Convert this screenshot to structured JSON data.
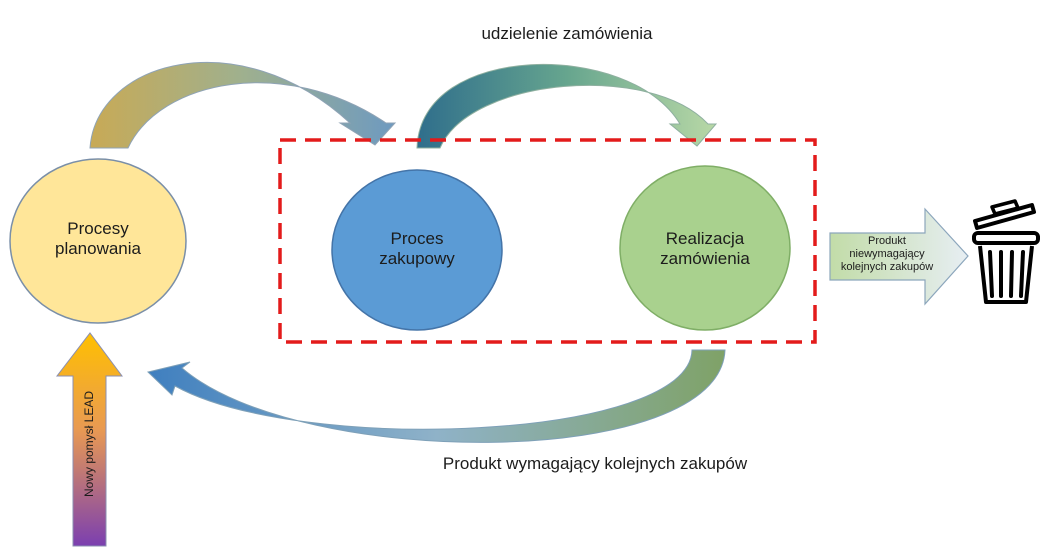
{
  "nodes": {
    "planning": {
      "line1": "Procesy",
      "line2": "planowania"
    },
    "purchasing": {
      "line1": "Proces",
      "line2": "zakupowy"
    },
    "fulfillment": {
      "line1": "Realizacja",
      "line2": "zamówienia"
    }
  },
  "edges": {
    "order_award": "udzielenie zamówienia",
    "repeat_product": "Produkt wymagający kolejnych zakupów",
    "no_repeat_product": {
      "line1": "Produkt",
      "line2": "niewymagający",
      "line3": "kolejnych zakupów"
    },
    "lead_input": "Nowy pomysł LEAD"
  },
  "colors": {
    "planning_fill": "#FFE699",
    "purchasing_fill": "#5B9BD5",
    "fulfillment_fill": "#A9D18E",
    "dashed_box": "#E31B1B"
  },
  "icons": [
    "trash-bin-icon"
  ]
}
